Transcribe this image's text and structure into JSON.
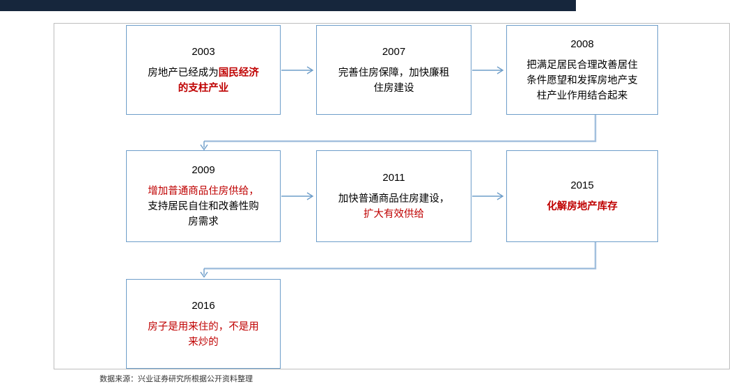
{
  "colors": {
    "top_bar": "#16263C",
    "frame_border": "#BDBDBD",
    "box_border": "#6D9DC9",
    "connector": "#6D9DC9",
    "connector_light": "#A3C0DE",
    "emphasis_red": "#BF0000"
  },
  "flowchart": {
    "boxes": [
      {
        "year": "2003",
        "lines": [
          [
            {
              "text": "房地产已经成为",
              "style": "black"
            },
            {
              "text": "国民经济",
              "style": "red-bold"
            }
          ],
          [
            {
              "text": "的支柱产业",
              "style": "red-bold"
            }
          ]
        ]
      },
      {
        "year": "2007",
        "lines": [
          [
            {
              "text": "完善住房保障，加快廉租",
              "style": "black"
            }
          ],
          [
            {
              "text": "住房建设",
              "style": "black"
            }
          ]
        ]
      },
      {
        "year": "2008",
        "lines": [
          [
            {
              "text": "把满足居民合理改善居住",
              "style": "black"
            }
          ],
          [
            {
              "text": "条件愿望和发挥房地产支",
              "style": "black"
            }
          ],
          [
            {
              "text": "柱产业作用结合起来",
              "style": "black"
            }
          ]
        ]
      },
      {
        "year": "2009",
        "lines": [
          [
            {
              "text": "增加普通商品住房供给，",
              "style": "red"
            }
          ],
          [
            {
              "text": "支持居民自住和改善性购",
              "style": "black"
            }
          ],
          [
            {
              "text": "房需求",
              "style": "black"
            }
          ]
        ]
      },
      {
        "year": "2011",
        "lines": [
          [
            {
              "text": "加快普通商品住房建设，",
              "style": "black"
            }
          ],
          [
            {
              "text": "扩大有效供给",
              "style": "red"
            }
          ]
        ]
      },
      {
        "year": "2015",
        "lines": [
          [
            {
              "text": "化解房地产库存",
              "style": "red-bold"
            }
          ]
        ]
      },
      {
        "year": "2016",
        "lines": [
          [
            {
              "text": "房子是用来住的，不是用",
              "style": "red"
            }
          ],
          [
            {
              "text": "来炒的",
              "style": "red"
            }
          ]
        ]
      }
    ]
  },
  "footer": {
    "source_note": "数据来源：兴业证券研究所根据公开资料整理"
  }
}
